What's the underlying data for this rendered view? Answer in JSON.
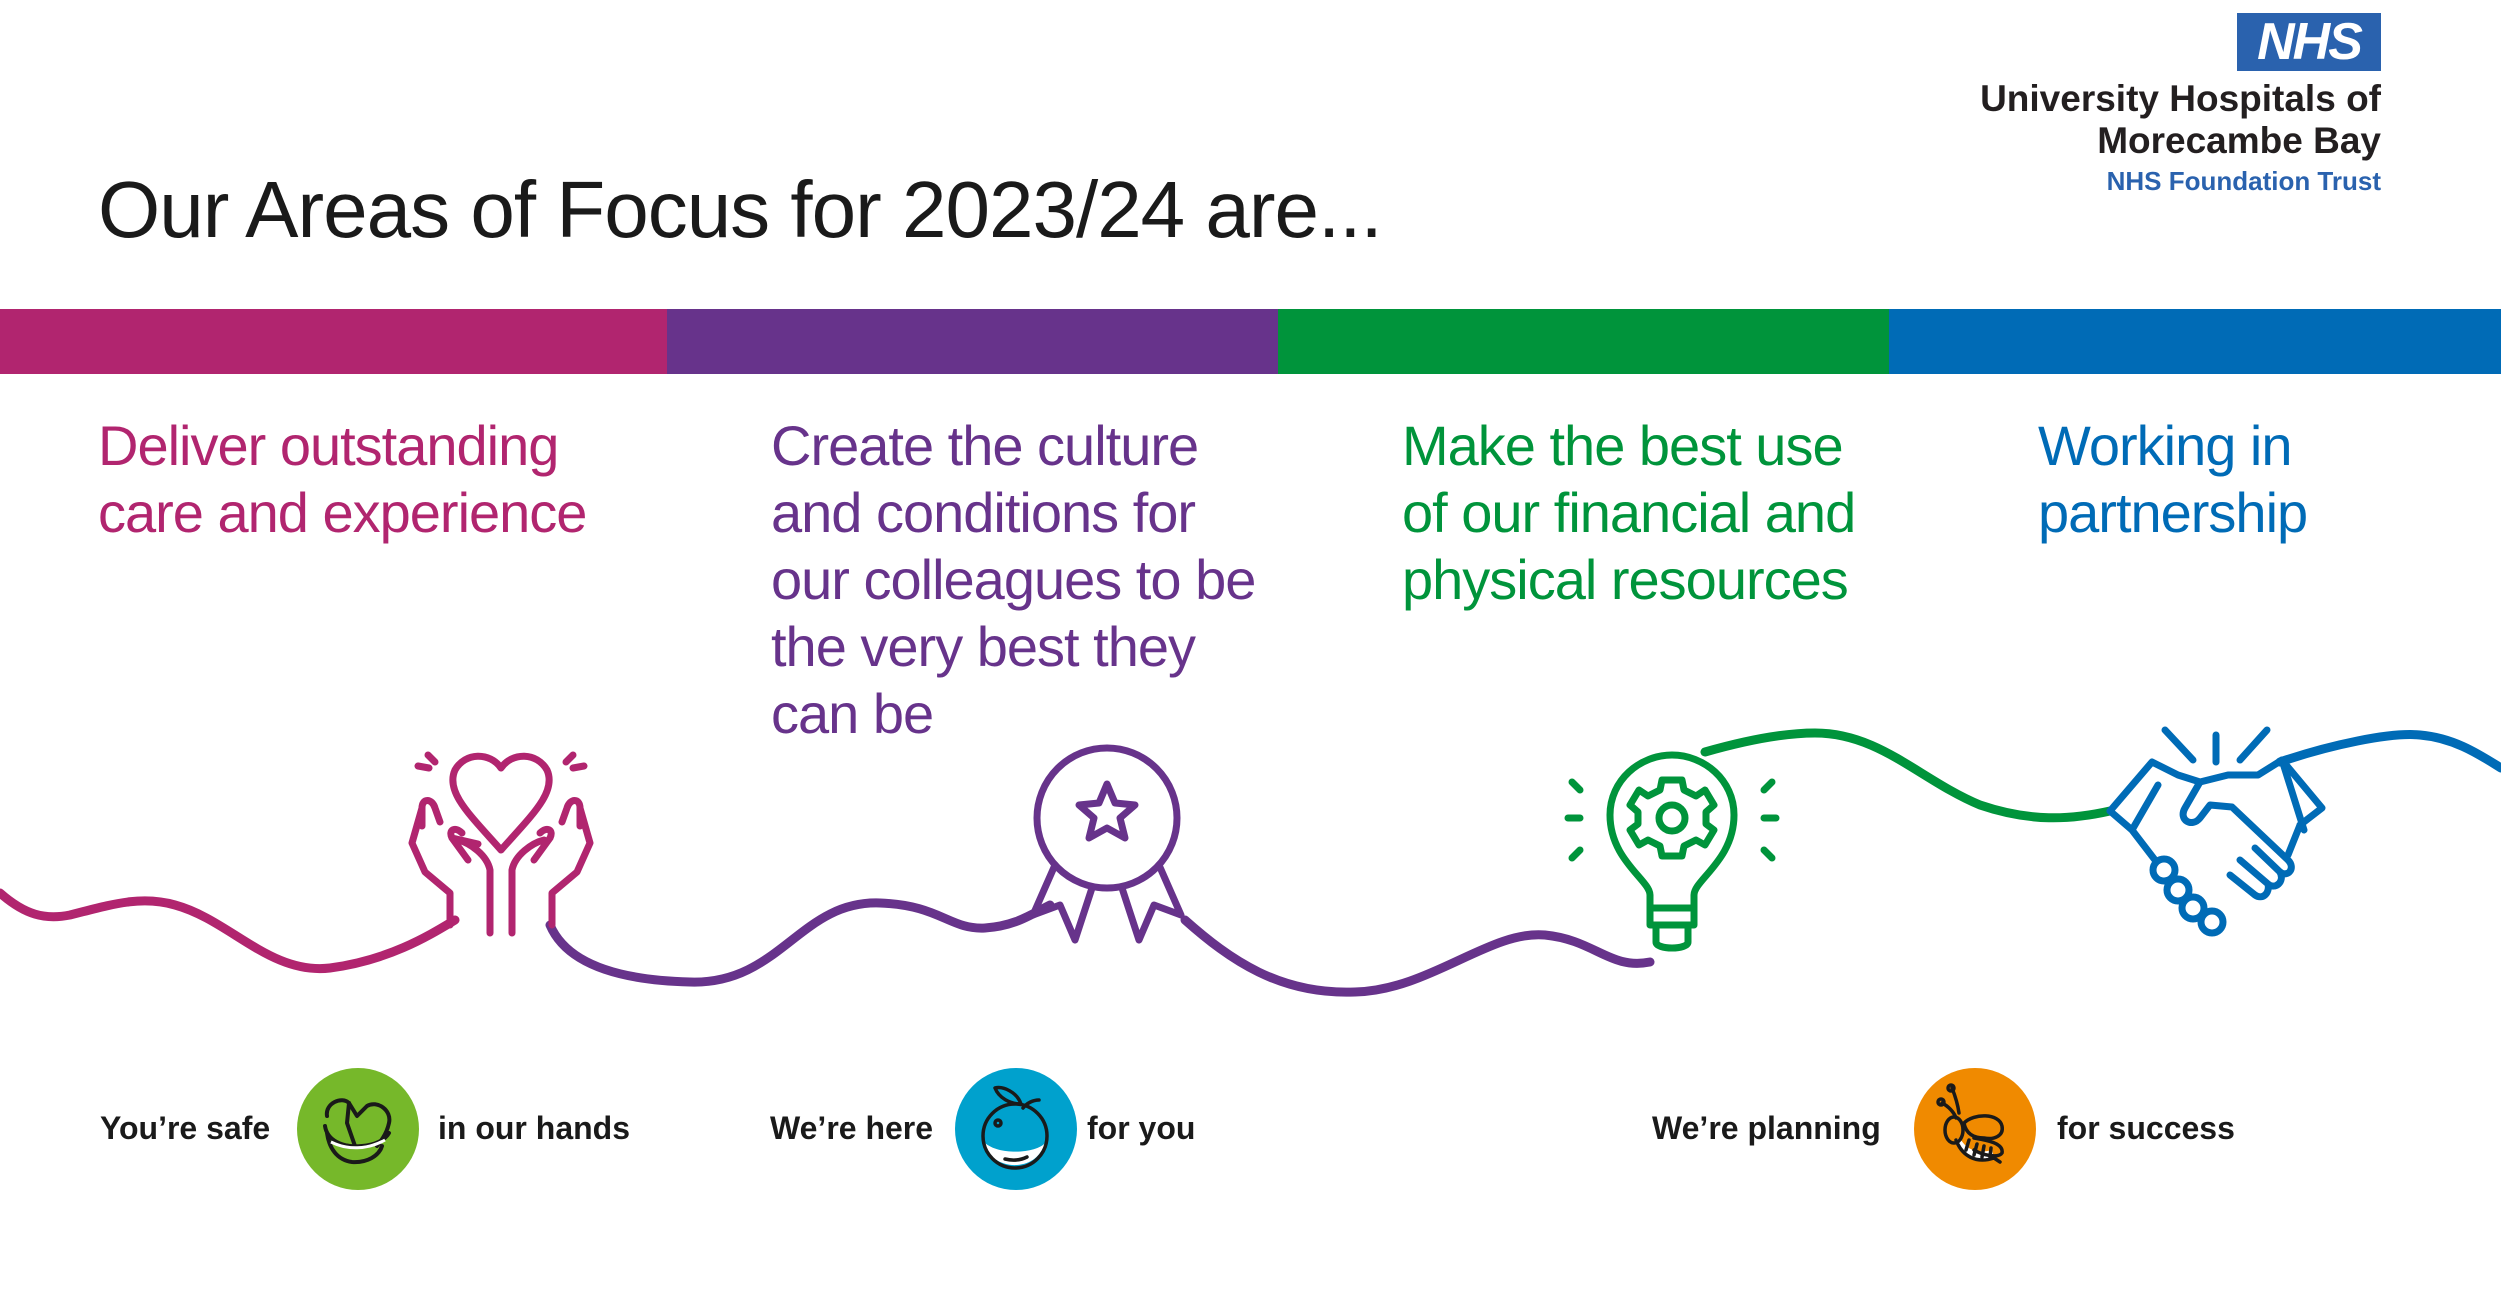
{
  "logo": {
    "badge": "NHS",
    "org_line1": "University Hospitals of",
    "org_line2": "Morecambe Bay",
    "org_line3": "NHS Foundation Trust",
    "badge_color": "#2a62ae"
  },
  "title": "Our Areas of Focus for 2023/24 are...",
  "colors": {
    "magenta": "#b1256f",
    "purple": "#67338b",
    "green": "#00943b",
    "blue": "#006bb6"
  },
  "areas": [
    {
      "text": "Deliver outstanding\ncare and experience",
      "icon": "hands-heart-icon",
      "color": "#b1256f"
    },
    {
      "text": "Create the culture\nand conditions for\nour colleagues to be\nthe very best they\ncan be",
      "icon": "award-star-icon",
      "color": "#67338b"
    },
    {
      "text": "Make the best use\nof our financial and\nphysical resources",
      "icon": "lightbulb-gear-icon",
      "color": "#00943b"
    },
    {
      "text": "Working in\npartnership",
      "icon": "handshake-icon",
      "color": "#006bb6"
    }
  ],
  "values": [
    {
      "before": "You’re safe",
      "after": "in our hands",
      "icon": "hands-holding-icon",
      "color": "#76b82a"
    },
    {
      "before": "We’re here",
      "after": "for you",
      "icon": "apple-icon",
      "color": "#00a1cd"
    },
    {
      "before": "We’re planning",
      "after": "for success",
      "icon": "bee-icon",
      "color": "#f08a00"
    }
  ]
}
